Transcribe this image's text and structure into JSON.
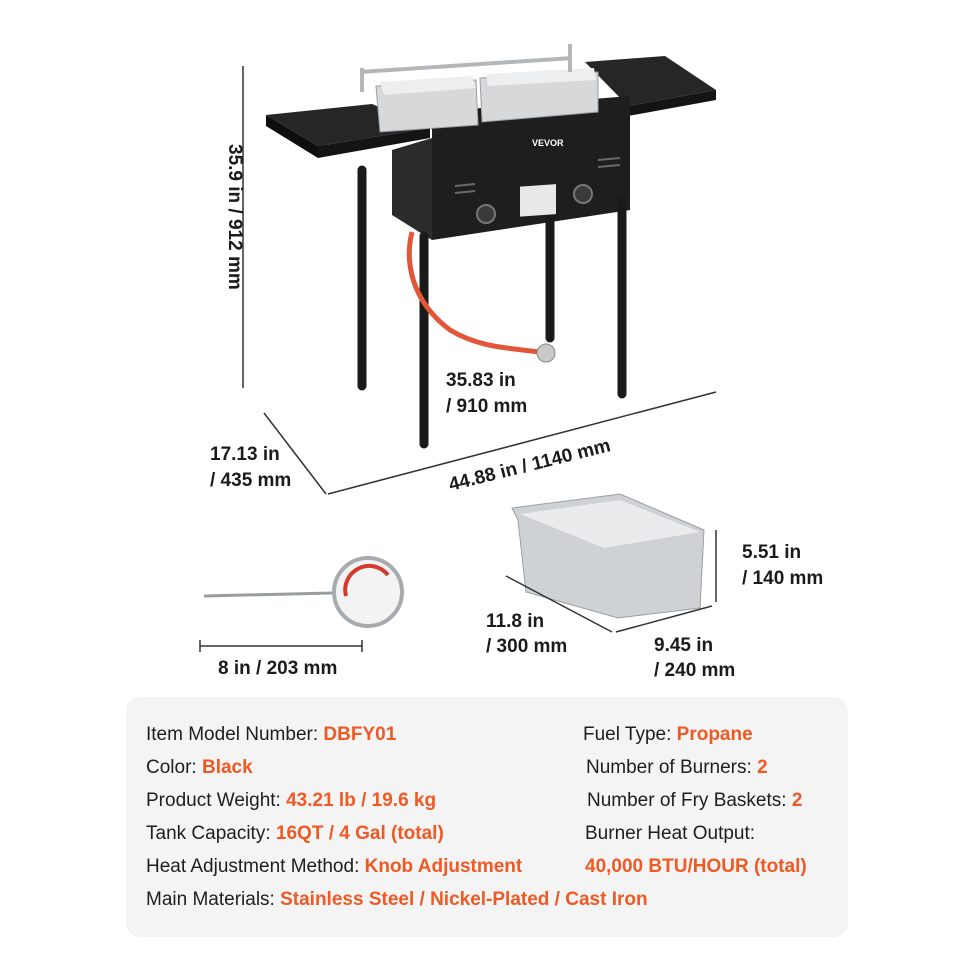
{
  "dimensions": {
    "height": "35.9 in / 912 mm",
    "hose_length_a": "35.83 in",
    "hose_length_b": "/ 910 mm",
    "depth_a": "17.13 in",
    "depth_b": "/ 435 mm",
    "width": "44.88 in / 1140 mm",
    "thermometer_length": "8 in / 203 mm",
    "basket_height_a": "5.51 in",
    "basket_height_b": "/ 140 mm",
    "basket_length_a": "11.8 in",
    "basket_length_b": "/ 300 mm",
    "basket_width_a": "9.45 in",
    "basket_width_b": "/ 240 mm"
  },
  "brand_plate": "VEVOR",
  "specs": {
    "model_key": "Item Model Number: ",
    "model_val": "DBFY01",
    "color_key": "Color: ",
    "color_val": "Black",
    "weight_key": "Product Weight: ",
    "weight_val": "43.21 lb / 19.6 kg",
    "tank_key": "Tank Capacity: ",
    "tank_val": "16QT / 4 Gal (total)",
    "heat_key": "Heat Adjustment Method: ",
    "heat_val": "Knob Adjustment",
    "materials_key": "Main Materials: ",
    "materials_val": "Stainless Steel / Nickel-Plated / Cast Iron",
    "fuel_key": "Fuel Type: ",
    "fuel_val": "Propane",
    "burners_key": "Number of Burners: ",
    "burners_val": "2",
    "baskets_key": "Number of Fry Baskets: ",
    "baskets_val": "2",
    "output_key": "Burner Heat Output:",
    "output_val": "40,000 BTU/HOUR (total)"
  },
  "colors": {
    "accent": "#ef5a24",
    "card": "#f4f4f4",
    "steel": "#cfd2d4",
    "body_black": "#1f1f1f"
  }
}
